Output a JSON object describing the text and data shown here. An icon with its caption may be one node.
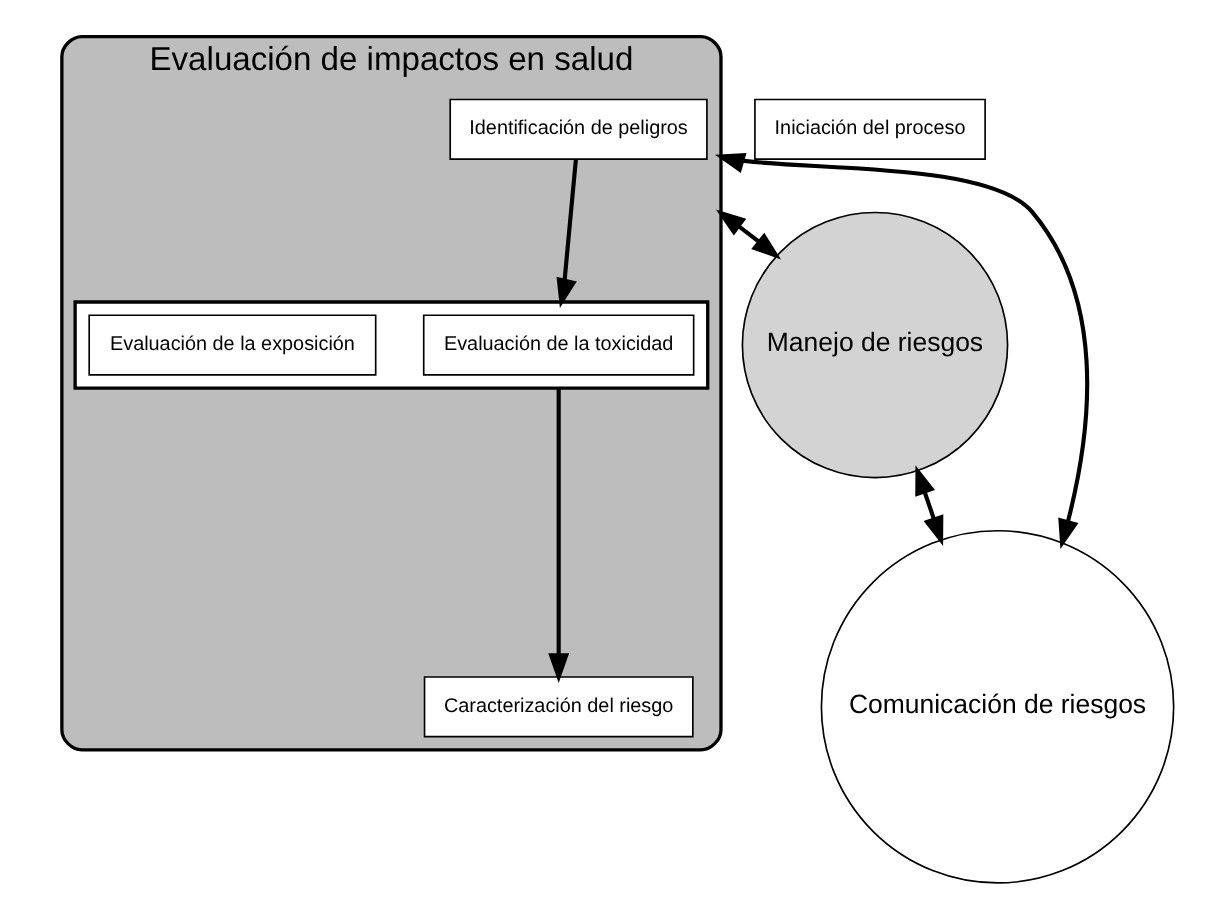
{
  "diagram": {
    "nodes": [
      {
        "text": [
          "Evaluación de impactos en salud"
        ]
      },
      {
        "text": [
          "Identificación de peligros"
        ],
        "in": 0
      },
      {
        "text": [],
        "shape": "box",
        "in": 0
      },
      {
        "text": [
          "Evaluación de la toxicidad"
        ],
        "in": 2
      },
      {
        "text": [
          "Evaluación de la exposición"
        ],
        "in": 2
      },
      {
        "text": [
          "Caracterización del riesgo"
        ],
        "in": 0
      },
      {
        "text": [
          "Iniciación del proceso"
        ]
      },
      {
        "text": [
          "Manejo de riesgos"
        ]
      },
      {
        "text": [
          "Comunicación de riesgos"
        ]
      }
    ],
    "edges": [
      {
        "from": 1,
        "to": 2,
        "arrow": "to"
      },
      {
        "from": 2,
        "to": 5,
        "arrow": "to"
      },
      {
        "from": 0,
        "to": 7,
        "arrow": "both"
      },
      {
        "from": 7,
        "to": 8,
        "arrow": "both"
      },
      {
        "from": 0,
        "to": 8,
        "arrow": "both"
      }
    ]
  }
}
